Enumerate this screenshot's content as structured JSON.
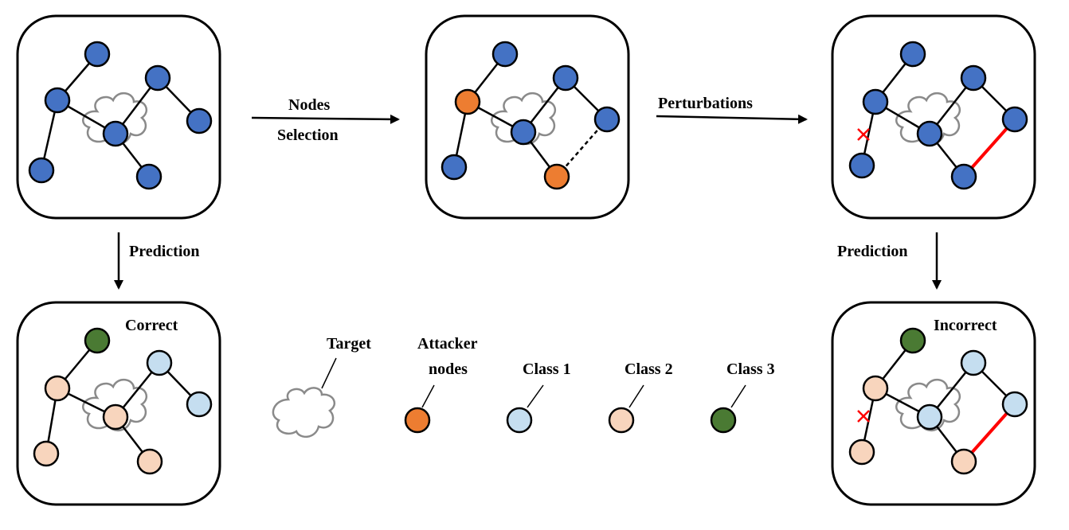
{
  "labels": {
    "arrow_top_left_line1": "Nodes",
    "arrow_top_left_line2": "Selection",
    "arrow_top_right": "Perturbations",
    "arrow_down_left": "Prediction",
    "arrow_down_right": "Prediction",
    "result_correct": "Correct",
    "result_incorrect": "Incorrect"
  },
  "legend": {
    "target": "Target",
    "attacker_line1": "Attacker",
    "attacker_line2": "nodes",
    "class1": "Class 1",
    "class2": "Class 2",
    "class3": "Class 3"
  },
  "colors": {
    "blue": "#4472c4",
    "orange": "#ed7d31",
    "class1": "#c5def0",
    "class2": "#f8d5bd",
    "class3": "#4a7a33",
    "removed_edge_mark": "#ff0000",
    "added_edge": "#ff0000",
    "cloud": "#8a8a8a"
  }
}
